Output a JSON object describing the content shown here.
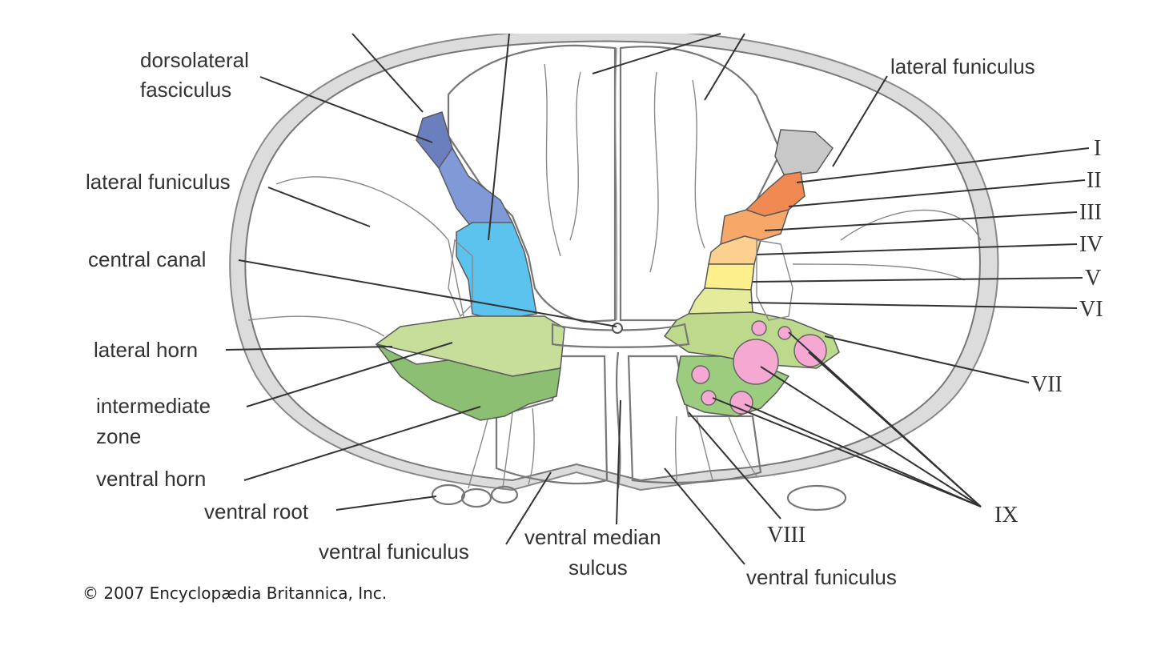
{
  "labels": {
    "dorsolateral_1": "dorsolateral",
    "dorsolateral_2": "fasciculus",
    "lateral_funiculus_left": "lateral funiculus",
    "central_canal": "central canal",
    "lateral_horn": "lateral horn",
    "intermediate_1": "intermediate",
    "intermediate_2": "zone",
    "ventral_horn": "ventral horn",
    "ventral_root": "ventral root",
    "ventral_funiculus_left": "ventral funiculus",
    "ventral_median_1": "ventral median",
    "ventral_median_2": "sulcus",
    "ventral_funiculus_right": "ventral funiculus",
    "lateral_funiculus_right": "lateral funiculus"
  },
  "laminae": [
    "I",
    "II",
    "III",
    "IV",
    "V",
    "VI",
    "VII",
    "VIII",
    "IX"
  ],
  "copyright": "© 2007 Encyclopædia Britannica, Inc.",
  "colors": {
    "dorsolateral": "#6b7fbf",
    "lamina_left_upper": "#7f9ad6",
    "lamina_left_blue": "#5cc3ee",
    "intermediate": "#c7de9a",
    "ventral_horn": "#8cbf72",
    "lamina_I": "#c8c8c8",
    "lamina_II": "#f08a52",
    "lamina_III": "#f7a868",
    "lamina_IV": "#fbd090",
    "lamina_V": "#fdf08c",
    "lamina_VI": "#e4ec9c",
    "lamina_VII": "#bdd98c",
    "motor_pool": "#f5a8d2"
  }
}
